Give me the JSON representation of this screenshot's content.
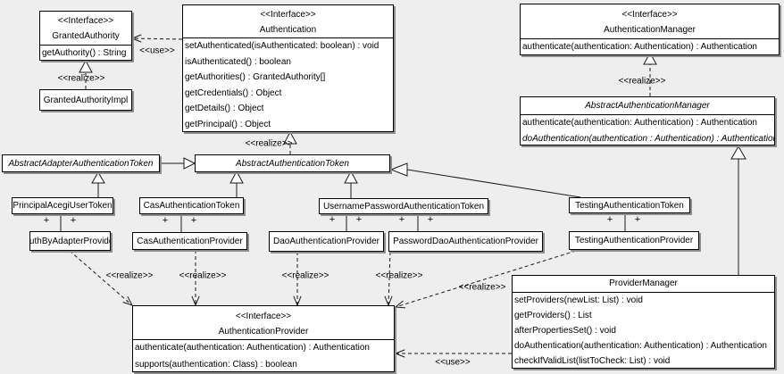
{
  "edge_labels": {
    "realize": "<<realize>>",
    "use": "<<use>>",
    "plus": "+"
  },
  "classes": {
    "granted_authority": {
      "stereotype": "<<Interface>>",
      "name": "GrantedAuthority",
      "methods": [
        "getAuthority() : String"
      ]
    },
    "granted_authority_impl": {
      "name": "GrantedAuthorityImpl"
    },
    "authentication": {
      "stereotype": "<<Interface>>",
      "name": "Authentication",
      "methods": [
        "setAuthenticated(isAuthenticated: boolean) : void",
        "isAuthenticated() : boolean",
        "getAuthorities() : GrantedAuthority[]",
        "getCredentials() : Object",
        "getDetails() : Object",
        "getPrincipal() : Object"
      ]
    },
    "authentication_manager": {
      "stereotype": "<<Interface>>",
      "name": "AuthenticationManager",
      "methods": [
        "authenticate(authentication: Authentication) : Authentication"
      ]
    },
    "abstract_authentication_manager": {
      "name": "AbstractAuthenticationManager",
      "methods": [
        "authenticate(authentication: Authentication) : Authentication",
        "doAuthentication(authentication : Authentication) : Authentication"
      ]
    },
    "abstract_adapter_authentication_token": {
      "name": "AbstractAdapterAuthenticationToken"
    },
    "abstract_authentication_token": {
      "name": "AbstractAuthenticationToken"
    },
    "principal_acegi_user_token": {
      "name": "PrincipalAcegiUserToken"
    },
    "cas_authentication_token": {
      "name": "CasAuthenticationToken"
    },
    "username_password_authentication_token": {
      "name": "UsernamePasswordAuthenticationToken"
    },
    "testing_authentication_token": {
      "name": "TestingAuthenticationToken"
    },
    "auth_by_adapter_provider": {
      "name": "AuthByAdapterProvider"
    },
    "cas_authentication_provider": {
      "name": "CasAuthenticationProvider"
    },
    "dao_authentication_provider": {
      "name": "DaoAuthenticationProvider"
    },
    "password_dao_authentication_provider": {
      "name": "PasswordDaoAuthenticationProvider"
    },
    "testing_authentication_provider": {
      "name": "TestingAuthenticationProvider"
    },
    "authentication_provider": {
      "stereotype": "<<Interface>>",
      "name": "AuthenticationProvider",
      "methods": [
        "authenticate(authentication: Authentication) : Authentication",
        "supports(authentication: Class) : boolean"
      ]
    },
    "provider_manager": {
      "name": "ProviderManager",
      "methods": [
        "setProviders(newList: List) : void",
        "getProviders() : List",
        "afterPropertiesSet() : void",
        "doAuthentication(authentication: Authentication) : Authentication",
        "checkIfValidList(listToCheck: List) : void"
      ]
    }
  }
}
